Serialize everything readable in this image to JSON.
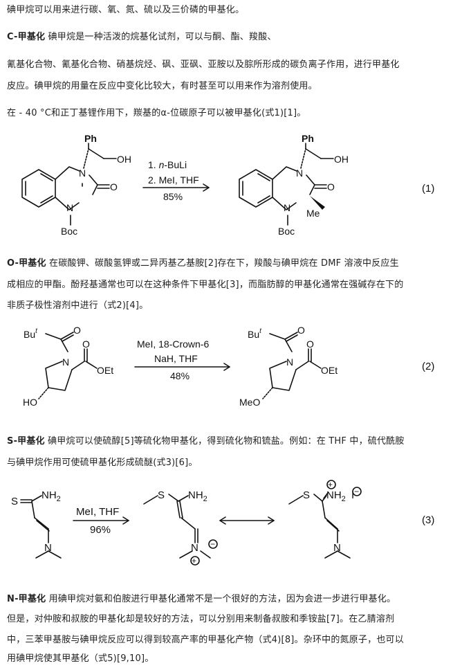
{
  "intro": "碘甲烷可以用来进行碳、氧、氮、硫以及三价磷的甲基化。",
  "c_section": {
    "heading": "C-甲基化",
    "line1": "碘甲烷是一种活泼的烷基化试剂，可以与酮、酯、羧酸、",
    "line2": "氰基化合物、氰基化合物、硝基烷烃、砜、亚砜、亚胺以及腙所形成的碳负离子作用，进行甲基化",
    "line3": "皮应。碘甲烷的用量在反应中变化比较大，有时甚至可以用来作为溶剂使用。",
    "line4": "在 - 40 °C和正丁基锂作用下，羰基的α-位碳原子可以被甲基化(式1)[1]。"
  },
  "reaction1": {
    "number": "(1)",
    "step1_prefix": "1. ",
    "step1_reagent": "n",
    "step1_suffix": "-BuLi",
    "step2": "2. MeI, THF",
    "yield": "85%",
    "labels": {
      "ph": "Ph",
      "oh": "OH",
      "o": "O",
      "n": "N",
      "boc": "Boc",
      "me": "Me"
    }
  },
  "o_section": {
    "heading": "O-甲基化",
    "line1": "在碳酸钾、碳酸氢钾或二异丙基乙基胺[2]存在下，羧酸与碘甲烷在 DMF 溶液中反应生",
    "line2": "成相应的甲酯。酚羟基通常也可以在这种条件下甲基化[3]，而脂肪醇的甲基化通常在强碱存在下的",
    "line3": "非质子极性溶剂中进行（式2)[4]。"
  },
  "reaction2": {
    "number": "(2)",
    "reagent_line1": "MeI, 18-Crown-6",
    "reagent_line2": "NaH, THF",
    "yield": "48%",
    "labels": {
      "bu": "Bu",
      "t": "t",
      "o": "O",
      "oet": "OEt",
      "n": "N",
      "ho": "HO",
      "meo": "MeO"
    }
  },
  "s_section": {
    "heading": "S-甲基化",
    "line1": "碘甲烷可以使硫醇[5]等硫化物甲基化，得到硫化物和锍盐。例如：在 THF 中，硫代酰胺",
    "line2": "与碘甲烷作用可使硫甲基化形成硫醚(式3)[6]。"
  },
  "reaction3": {
    "number": "(3)",
    "reagent": "MeI, THF",
    "yield": "96%",
    "labels": {
      "s": "S",
      "nh2": "NH",
      "two": "2",
      "n": "N",
      "plus": "+",
      "minus": "−",
      "i": "I"
    }
  },
  "n_section": {
    "heading": "N-甲基化",
    "line1": "用碘甲烷对氨和伯胺进行甲基化通常不是一个很好的方法，因为会进一步进行甲基化。",
    "line2": "但是，对仲胺和叔胺的甲基化却是较好的方法，可以分别用来制备叔胺和季铵盐[7]。在乙腈溶剂",
    "line3": "中，三苯甲基胺与碘甲烷反应可以得到较高产率的甲基化产物（式4)[8]。杂环中的氮原子，也可以",
    "line4": "用碘甲烷使其甲基化（式5)[9,10]。"
  }
}
